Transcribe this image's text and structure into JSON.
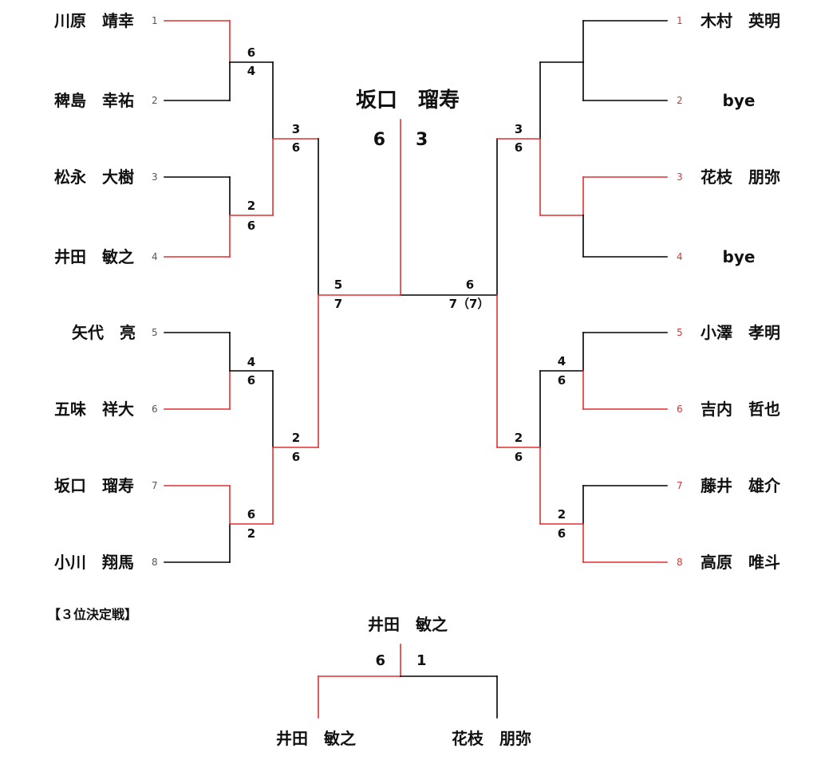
{
  "players_left": [
    {
      "seed": "1",
      "name": "川原　靖幸"
    },
    {
      "seed": "2",
      "name": "稗島　幸祐"
    },
    {
      "seed": "3",
      "name": "松永　大樹"
    },
    {
      "seed": "4",
      "name": "井田　敏之"
    },
    {
      "seed": "5",
      "name": "矢代　亮"
    },
    {
      "seed": "6",
      "name": "五味　祥大"
    },
    {
      "seed": "7",
      "name": "坂口　瑠寿"
    },
    {
      "seed": "8",
      "name": "小川　翔馬"
    }
  ],
  "players_right": [
    {
      "seed": "1",
      "name": "木村　英明"
    },
    {
      "seed": "2",
      "name": "bye"
    },
    {
      "seed": "3",
      "name": "花枝　朋弥"
    },
    {
      "seed": "4",
      "name": "bye"
    },
    {
      "seed": "5",
      "name": "小澤　孝明"
    },
    {
      "seed": "6",
      "name": "吉内　哲也"
    },
    {
      "seed": "7",
      "name": "藤井　雄介"
    },
    {
      "seed": "8",
      "name": "高原　唯斗"
    }
  ],
  "scores_left": {
    "r1": [
      [
        "6",
        "4"
      ],
      [
        "2",
        "6"
      ],
      [
        "4",
        "6"
      ],
      [
        "6",
        "2"
      ]
    ],
    "r2": [
      [
        "3",
        "6"
      ],
      [
        "2",
        "6"
      ]
    ],
    "r3": [
      "5",
      "7"
    ]
  },
  "scores_right": {
    "r2": [
      [
        "3",
        "6"
      ],
      [
        "2",
        "6"
      ]
    ],
    "r3": [
      "6",
      "7（7）"
    ]
  },
  "final": {
    "champion": "坂口　瑠寿",
    "score_left": "6",
    "score_right": "3"
  },
  "third_place": {
    "heading": "【３位決定戦】",
    "winner": "井田　敏之",
    "score_left": "6",
    "score_right": "1",
    "player_left": "井田　敏之",
    "player_right": "花枝　朋弥"
  },
  "colors": {
    "winner_line": "#e03131",
    "line": "#000000"
  }
}
